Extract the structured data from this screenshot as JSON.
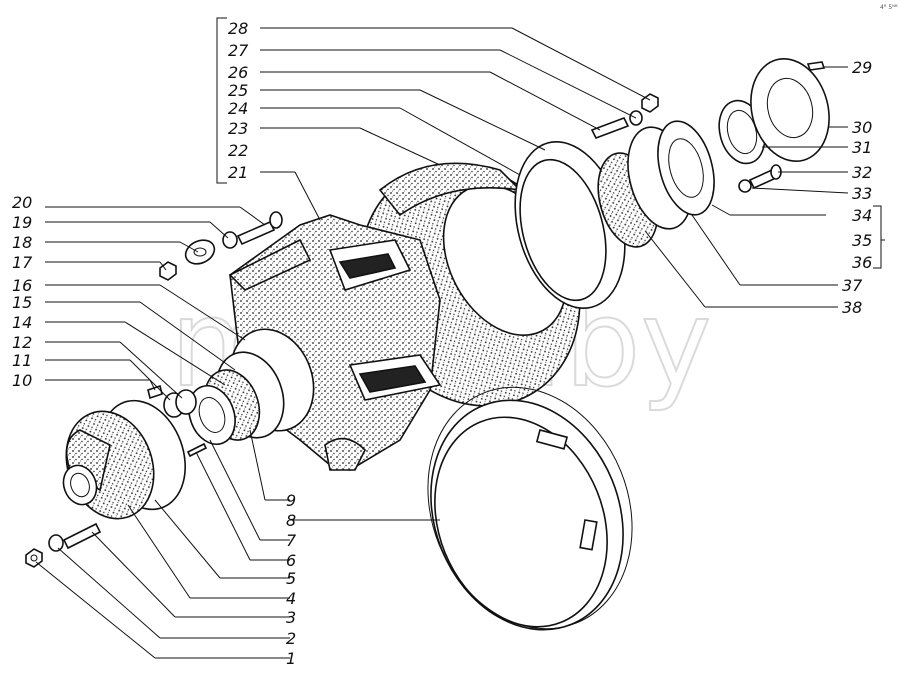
{
  "watermark": "mazik.by",
  "corner_mark": "4ᴿ 5ᴺᴮ",
  "parts": [
    {
      "num": "1"
    },
    {
      "num": "2"
    },
    {
      "num": "3"
    },
    {
      "num": "4"
    },
    {
      "num": "5"
    },
    {
      "num": "6"
    },
    {
      "num": "7"
    },
    {
      "num": "8"
    },
    {
      "num": "9"
    },
    {
      "num": "10"
    },
    {
      "num": "11"
    },
    {
      "num": "12"
    },
    {
      "num": "14"
    },
    {
      "num": "15"
    },
    {
      "num": "16"
    },
    {
      "num": "17"
    },
    {
      "num": "18"
    },
    {
      "num": "19"
    },
    {
      "num": "20"
    },
    {
      "num": "21"
    },
    {
      "num": "22"
    },
    {
      "num": "23"
    },
    {
      "num": "24"
    },
    {
      "num": "25"
    },
    {
      "num": "26"
    },
    {
      "num": "27"
    },
    {
      "num": "28"
    },
    {
      "num": "29"
    },
    {
      "num": "30"
    },
    {
      "num": "31"
    },
    {
      "num": "32"
    },
    {
      "num": "33"
    },
    {
      "num": "34"
    },
    {
      "num": "35"
    },
    {
      "num": "36"
    },
    {
      "num": "37"
    },
    {
      "num": "38"
    }
  ]
}
